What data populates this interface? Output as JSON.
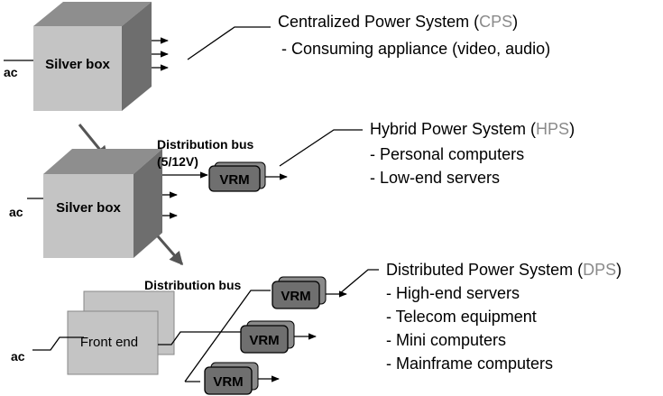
{
  "colors": {
    "box_front": "#c4c4c4",
    "box_top": "#8e8e8e",
    "box_side": "#6e6e6e",
    "vrm_fill": "#6f6f6f",
    "vrm_back": "#8a8a8a",
    "abbr_gray": "#8a8a8a",
    "arrow_gray": "#555555"
  },
  "cps": {
    "box_label": "Silver box",
    "ac_label": "ac",
    "title_prefix": "Centralized Power System (",
    "title_abbr": "CPS",
    "title_suffix": ")",
    "items": [
      "- Consuming appliance (video, audio)"
    ]
  },
  "hps": {
    "box_label": "Silver box",
    "ac_label": "ac",
    "bus_label": "Distribution bus",
    "bus_voltage": "(5/12V)",
    "vrm_label": "VRM",
    "title_prefix": "Hybrid Power System (",
    "title_abbr": "HPS",
    "title_suffix": ")",
    "items": [
      "- Personal computers",
      "- Low-end servers"
    ]
  },
  "dps": {
    "frontend_label": "Front end",
    "ac_label": "ac",
    "bus_label": "Distribution bus",
    "vrm_labels": [
      "VRM",
      "VRM",
      "VRM"
    ],
    "title_prefix": "Distributed Power System (",
    "title_abbr": "DPS",
    "title_suffix": ")",
    "items": [
      "- High-end servers",
      "- Telecom equipment",
      "- Mini computers",
      "- Mainframe computers"
    ]
  }
}
